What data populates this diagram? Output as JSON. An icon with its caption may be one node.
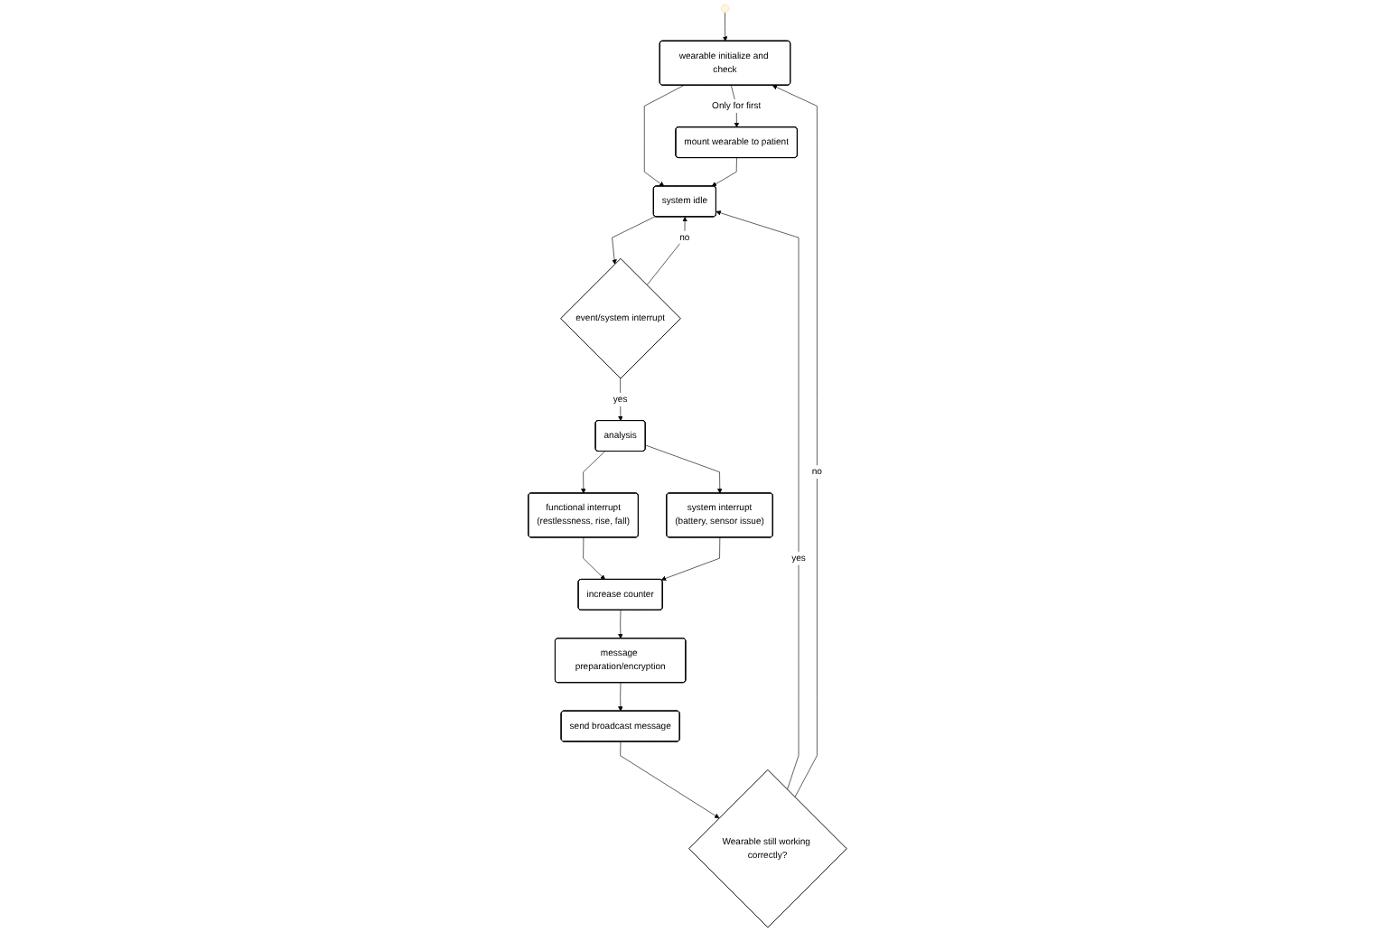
{
  "diagram": {
    "nodes": [
      {
        "text": [],
        "shape": "circle"
      },
      {
        "text": [
          "wearable initialize and check"
        ]
      },
      {
        "text": [
          "mount wearable to patient"
        ]
      },
      {
        "text": [
          "system idle"
        ]
      },
      {
        "text": [
          "event/system interrupt"
        ]
      },
      {
        "text": [
          "analysis"
        ]
      },
      {
        "text": [
          "functional interrupt",
          "(restlessness, rise, fall)"
        ]
      },
      {
        "text": [
          "system interrupt",
          "(battery, sensor issue)"
        ]
      },
      {
        "text": [
          "increase counter"
        ]
      },
      {
        "text": [
          "message preparation/encryption"
        ]
      },
      {
        "text": [
          "send broadcast message"
        ]
      },
      {
        "text": [
          "Wearable still working correctly?"
        ]
      }
    ],
    "edges": [
      {
        "from": 0,
        "to": 1,
        "arrow": "to"
      },
      {
        "from": 1,
        "to": 2,
        "arrow": "to",
        "label": "Only for first"
      },
      {
        "from": 1,
        "to": 3,
        "arrow": "to"
      },
      {
        "from": 2,
        "to": 3,
        "arrow": "to"
      },
      {
        "from": 3,
        "to": 4,
        "arrow": "to"
      },
      {
        "from": 4,
        "to": 3,
        "arrow": "to",
        "label": "no"
      },
      {
        "from": 4,
        "to": 5,
        "arrow": "to",
        "label": "yes"
      },
      {
        "from": 5,
        "to": 6,
        "arrow": "to"
      },
      {
        "from": 5,
        "to": 7,
        "arrow": "to"
      },
      {
        "from": 6,
        "to": 8,
        "arrow": "to"
      },
      {
        "from": 7,
        "to": 8,
        "arrow": "to"
      },
      {
        "from": 8,
        "to": 9,
        "arrow": "to"
      },
      {
        "from": 9,
        "to": 10,
        "arrow": "to"
      },
      {
        "from": 10,
        "to": 11,
        "arrow": "to"
      },
      {
        "from": 11,
        "to": 3,
        "arrow": "to",
        "label": "yes"
      },
      {
        "from": 11,
        "to": 1,
        "arrow": "to",
        "label": "no"
      }
    ]
  }
}
